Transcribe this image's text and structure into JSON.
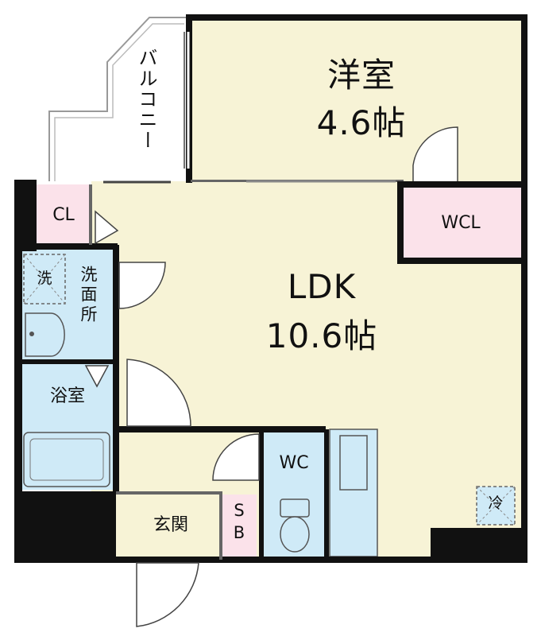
{
  "rooms": {
    "western": {
      "name": "洋室",
      "size": "4.6帖"
    },
    "ldk": {
      "name": "LDK",
      "size": "10.6帖"
    },
    "balcony": "バルコニー",
    "closet": "CL",
    "walk_in_closet": "WCL",
    "washroom": "洗面所",
    "washer": "洗",
    "bath": "浴室",
    "toilet": "WC",
    "entrance": "玄関",
    "shoe_box": "SB",
    "fridge": "冷"
  },
  "colors": {
    "western_floor": "#f7f3d6",
    "ldk_floor": "#f7f3d6",
    "closet_floor": "#fbe2ea",
    "wet_area": "#cfeaf7",
    "wall": "#111111"
  }
}
